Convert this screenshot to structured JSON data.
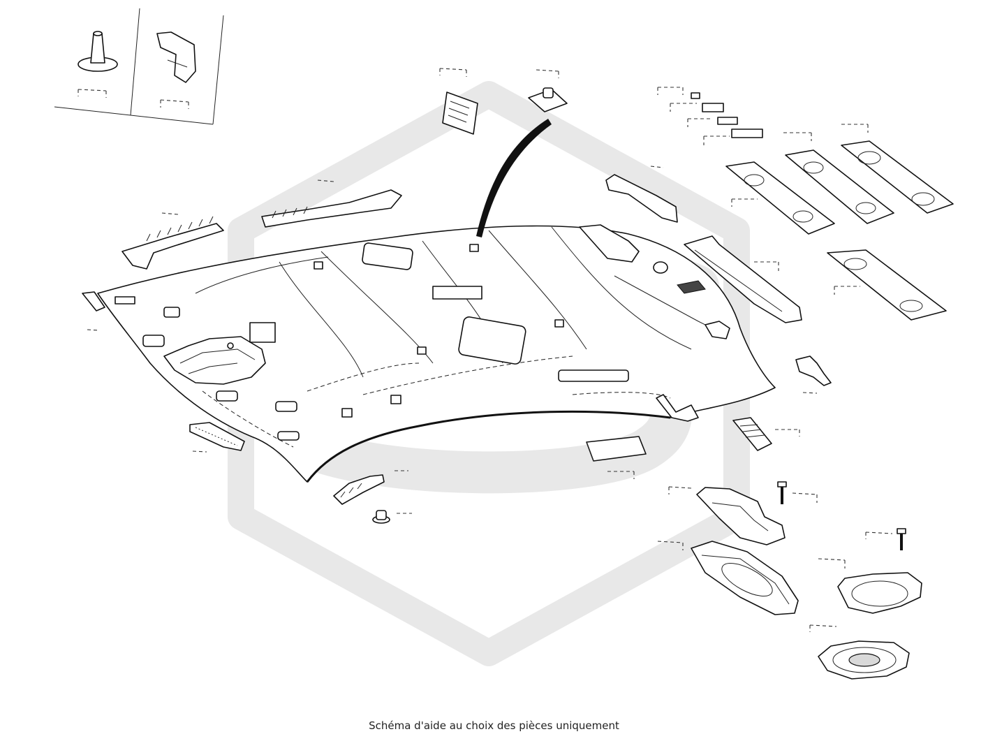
{
  "caption": "Schéma d'aide au choix des pièces uniquement",
  "colors": {
    "line": "#111111",
    "watermark": "#e6e6e6",
    "shade": "#d9d9d9",
    "background": "#ffffff"
  },
  "icons": {
    "watermark": "hexagon-logo-watermark",
    "arrow": "curved-pointer-arrow"
  }
}
